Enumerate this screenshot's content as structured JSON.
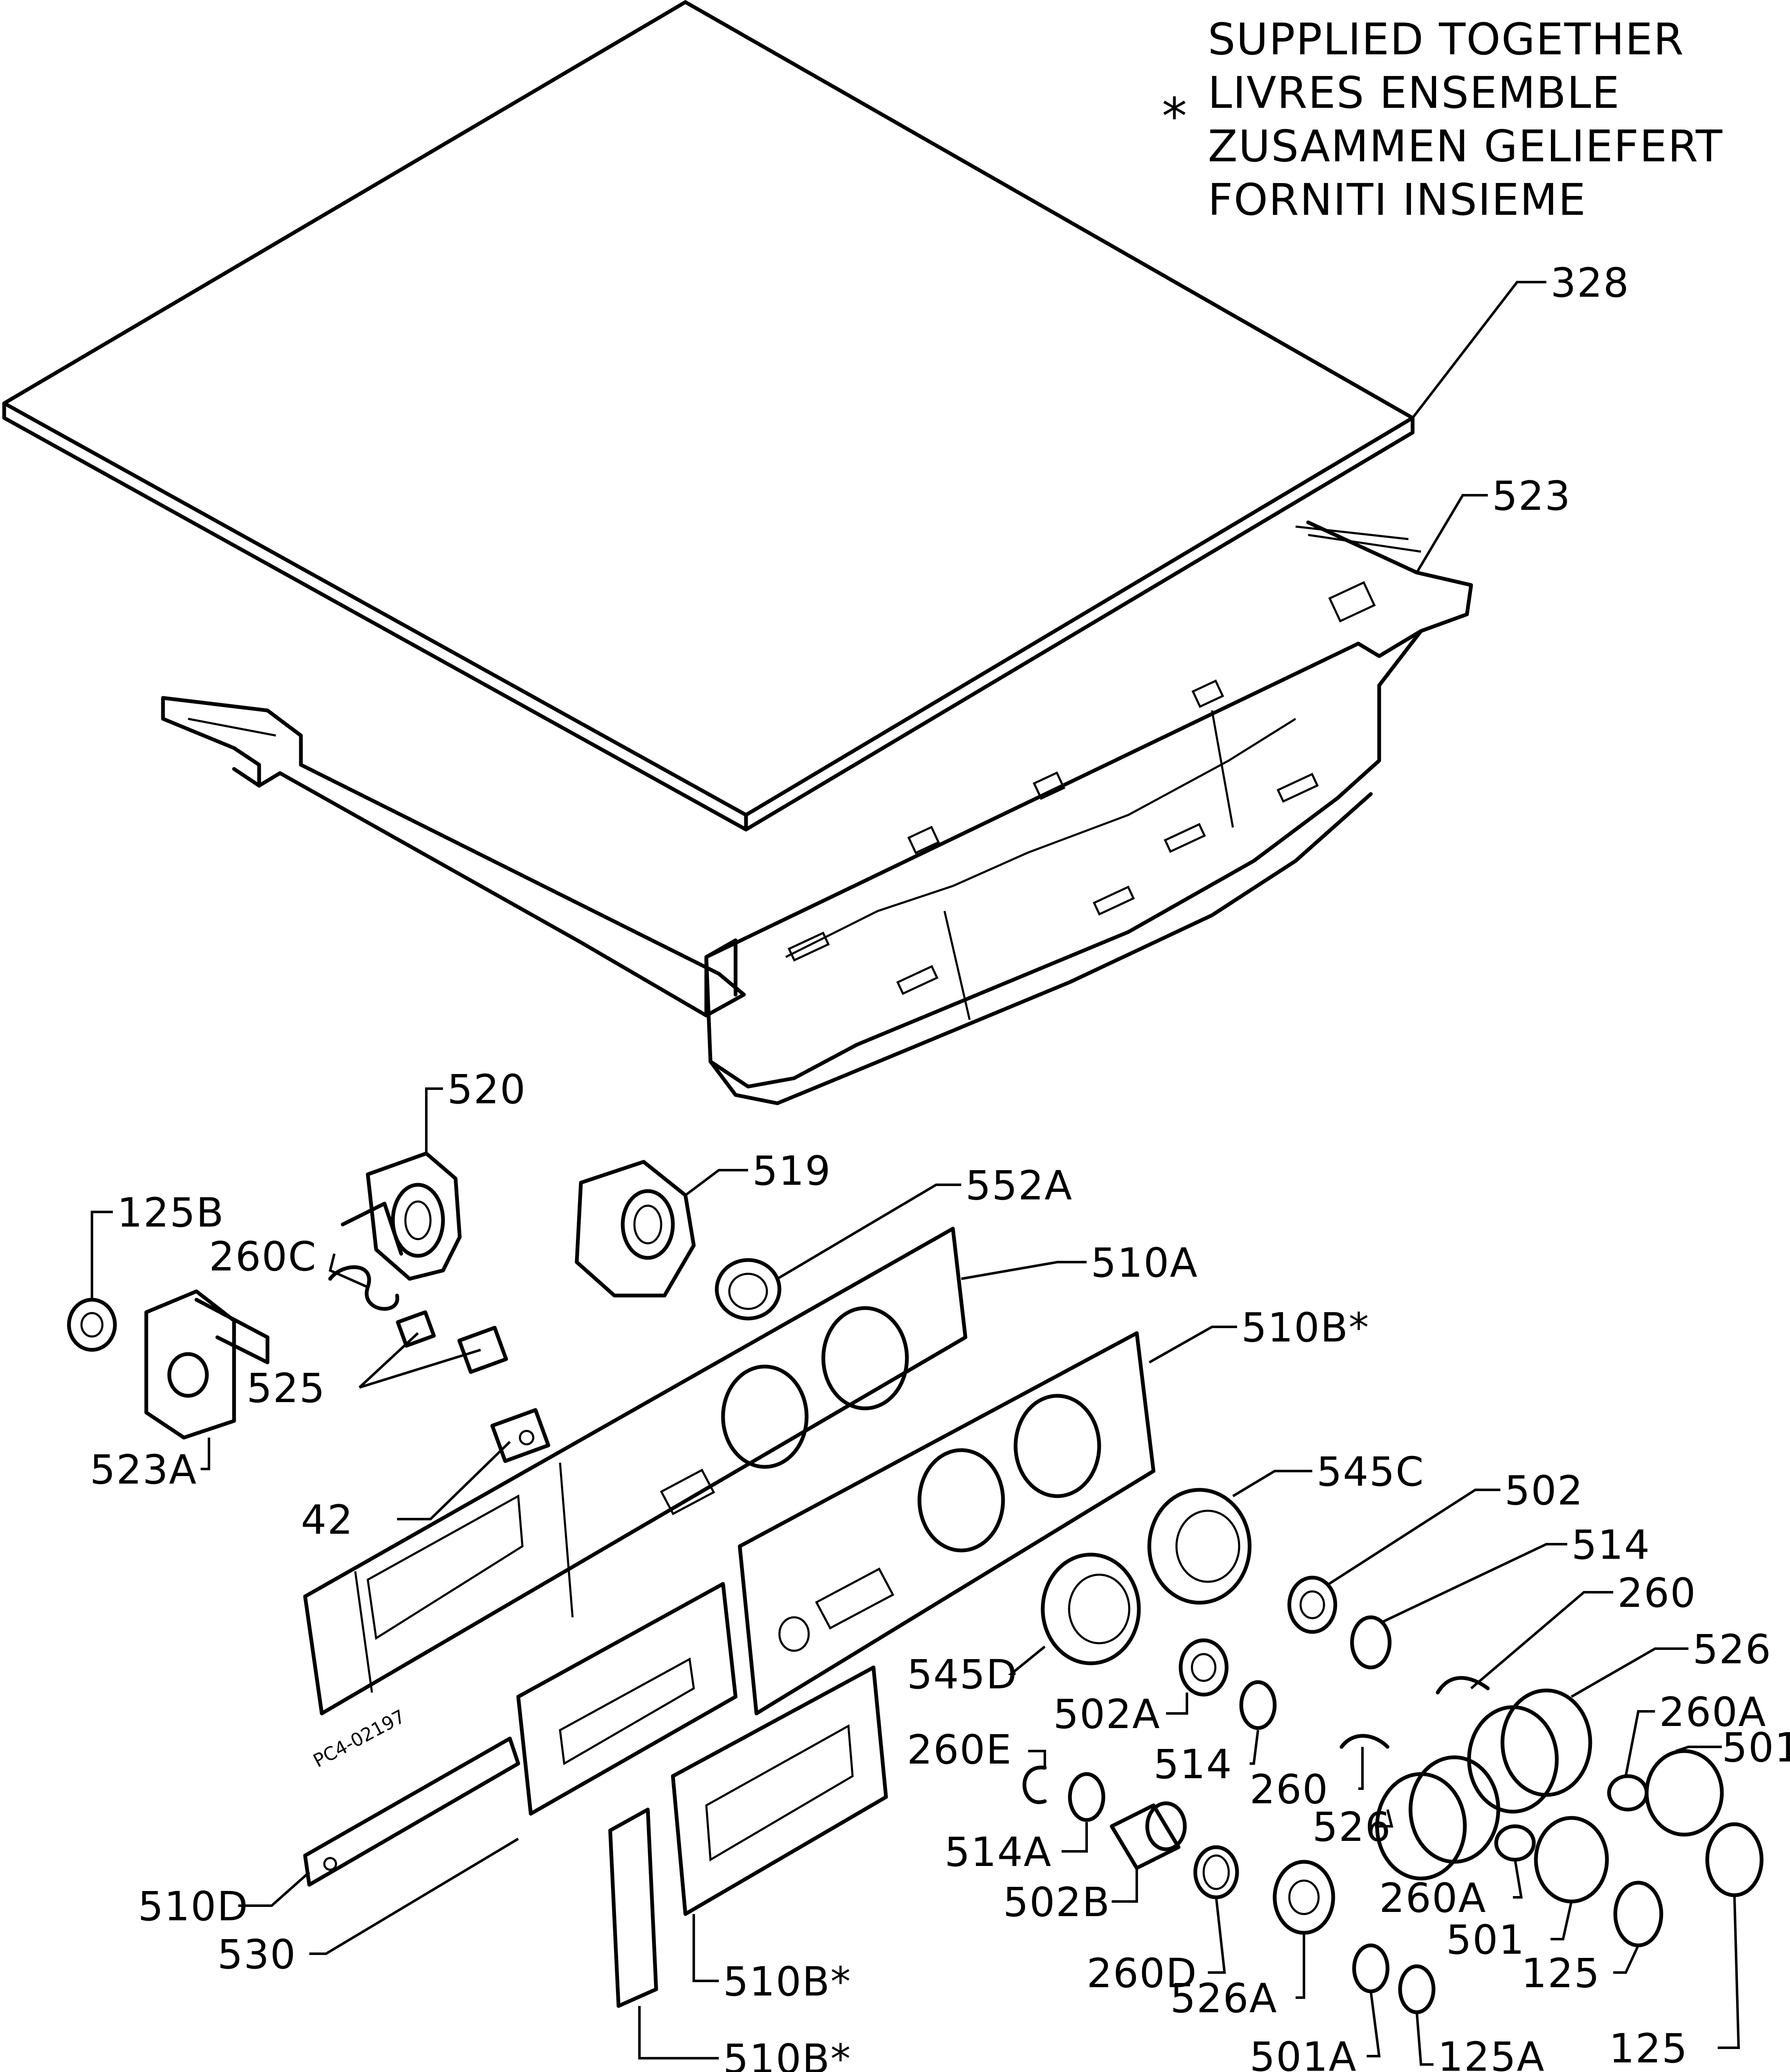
{
  "note": {
    "lines": [
      "SUPPLIED TOGETHER",
      "LIVRES ENSEMBLE",
      "ZUSAMMEN GELIEFERT",
      "FORNITI INSIEME"
    ],
    "symbol": "*"
  },
  "drawing_code": "PC4-02197",
  "labels": {
    "l328": "328",
    "l523": "523",
    "l520": "520",
    "l519": "519",
    "l552A": "552A",
    "l125B": "125B",
    "l260C": "260C",
    "l510A": "510A",
    "l510Bs1": "510B*",
    "l525": "525",
    "l523A": "523A",
    "l42": "42",
    "l545C": "545C",
    "l502": "502",
    "l514a": "514",
    "l260a": "260",
    "l526a": "526",
    "l545D": "545D",
    "l502A": "502A",
    "l514b": "514",
    "l260Aa": "260A",
    "l501a": "501",
    "l260E": "260E",
    "l260b": "260",
    "l514A": "514A",
    "l526b": "526",
    "l502B": "502B",
    "l260Ab": "260A",
    "l510D": "510D",
    "l501b": "501",
    "l125a": "125",
    "l260D": "260D",
    "l530": "530",
    "l510Bs2": "510B*",
    "l526A": "526A",
    "l125b": "125",
    "l510Bs3": "510B*",
    "l501A": "501A",
    "l125A": "125A"
  }
}
